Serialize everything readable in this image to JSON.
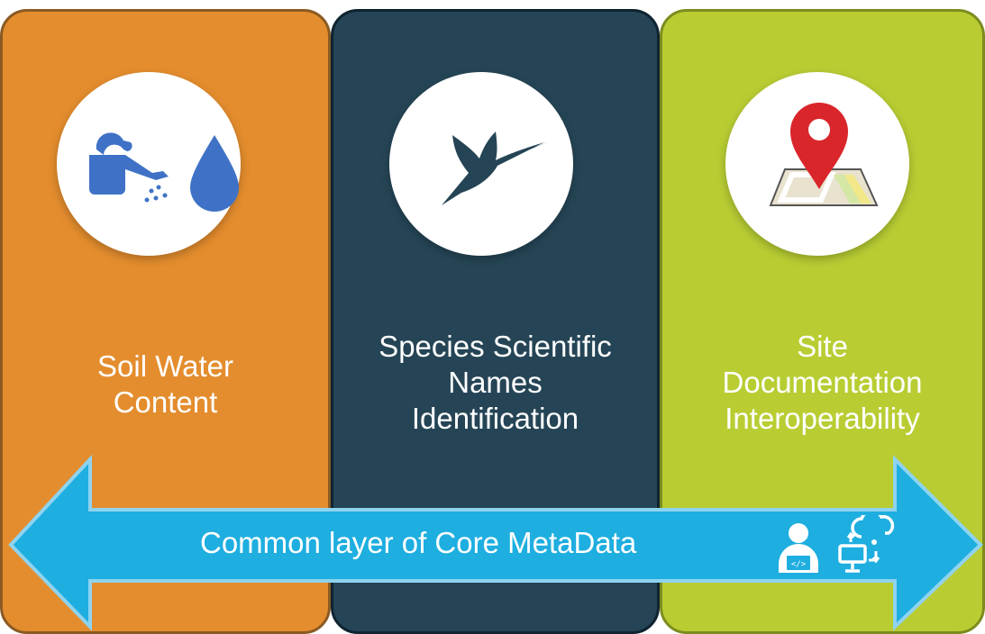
{
  "panels": [
    {
      "lines": [
        "Soil Water",
        "Content"
      ],
      "icon": "watering-can-water-drop-icon",
      "color": "#e48d2e"
    },
    {
      "lines": [
        "Species Scientific",
        "Names",
        "Identification"
      ],
      "icon": "hummingbird-icon",
      "color": "#254556"
    },
    {
      "lines": [
        "Site",
        "Documentation",
        "Interoperability"
      ],
      "icon": "map-location-pin-icon",
      "color": "#b9cd33"
    }
  ],
  "banner": {
    "label": "Common layer of Core MetaData",
    "icons": [
      "developer-user-icon",
      "cloud-sync-computer-icon"
    ],
    "color": "#1eaee0"
  }
}
